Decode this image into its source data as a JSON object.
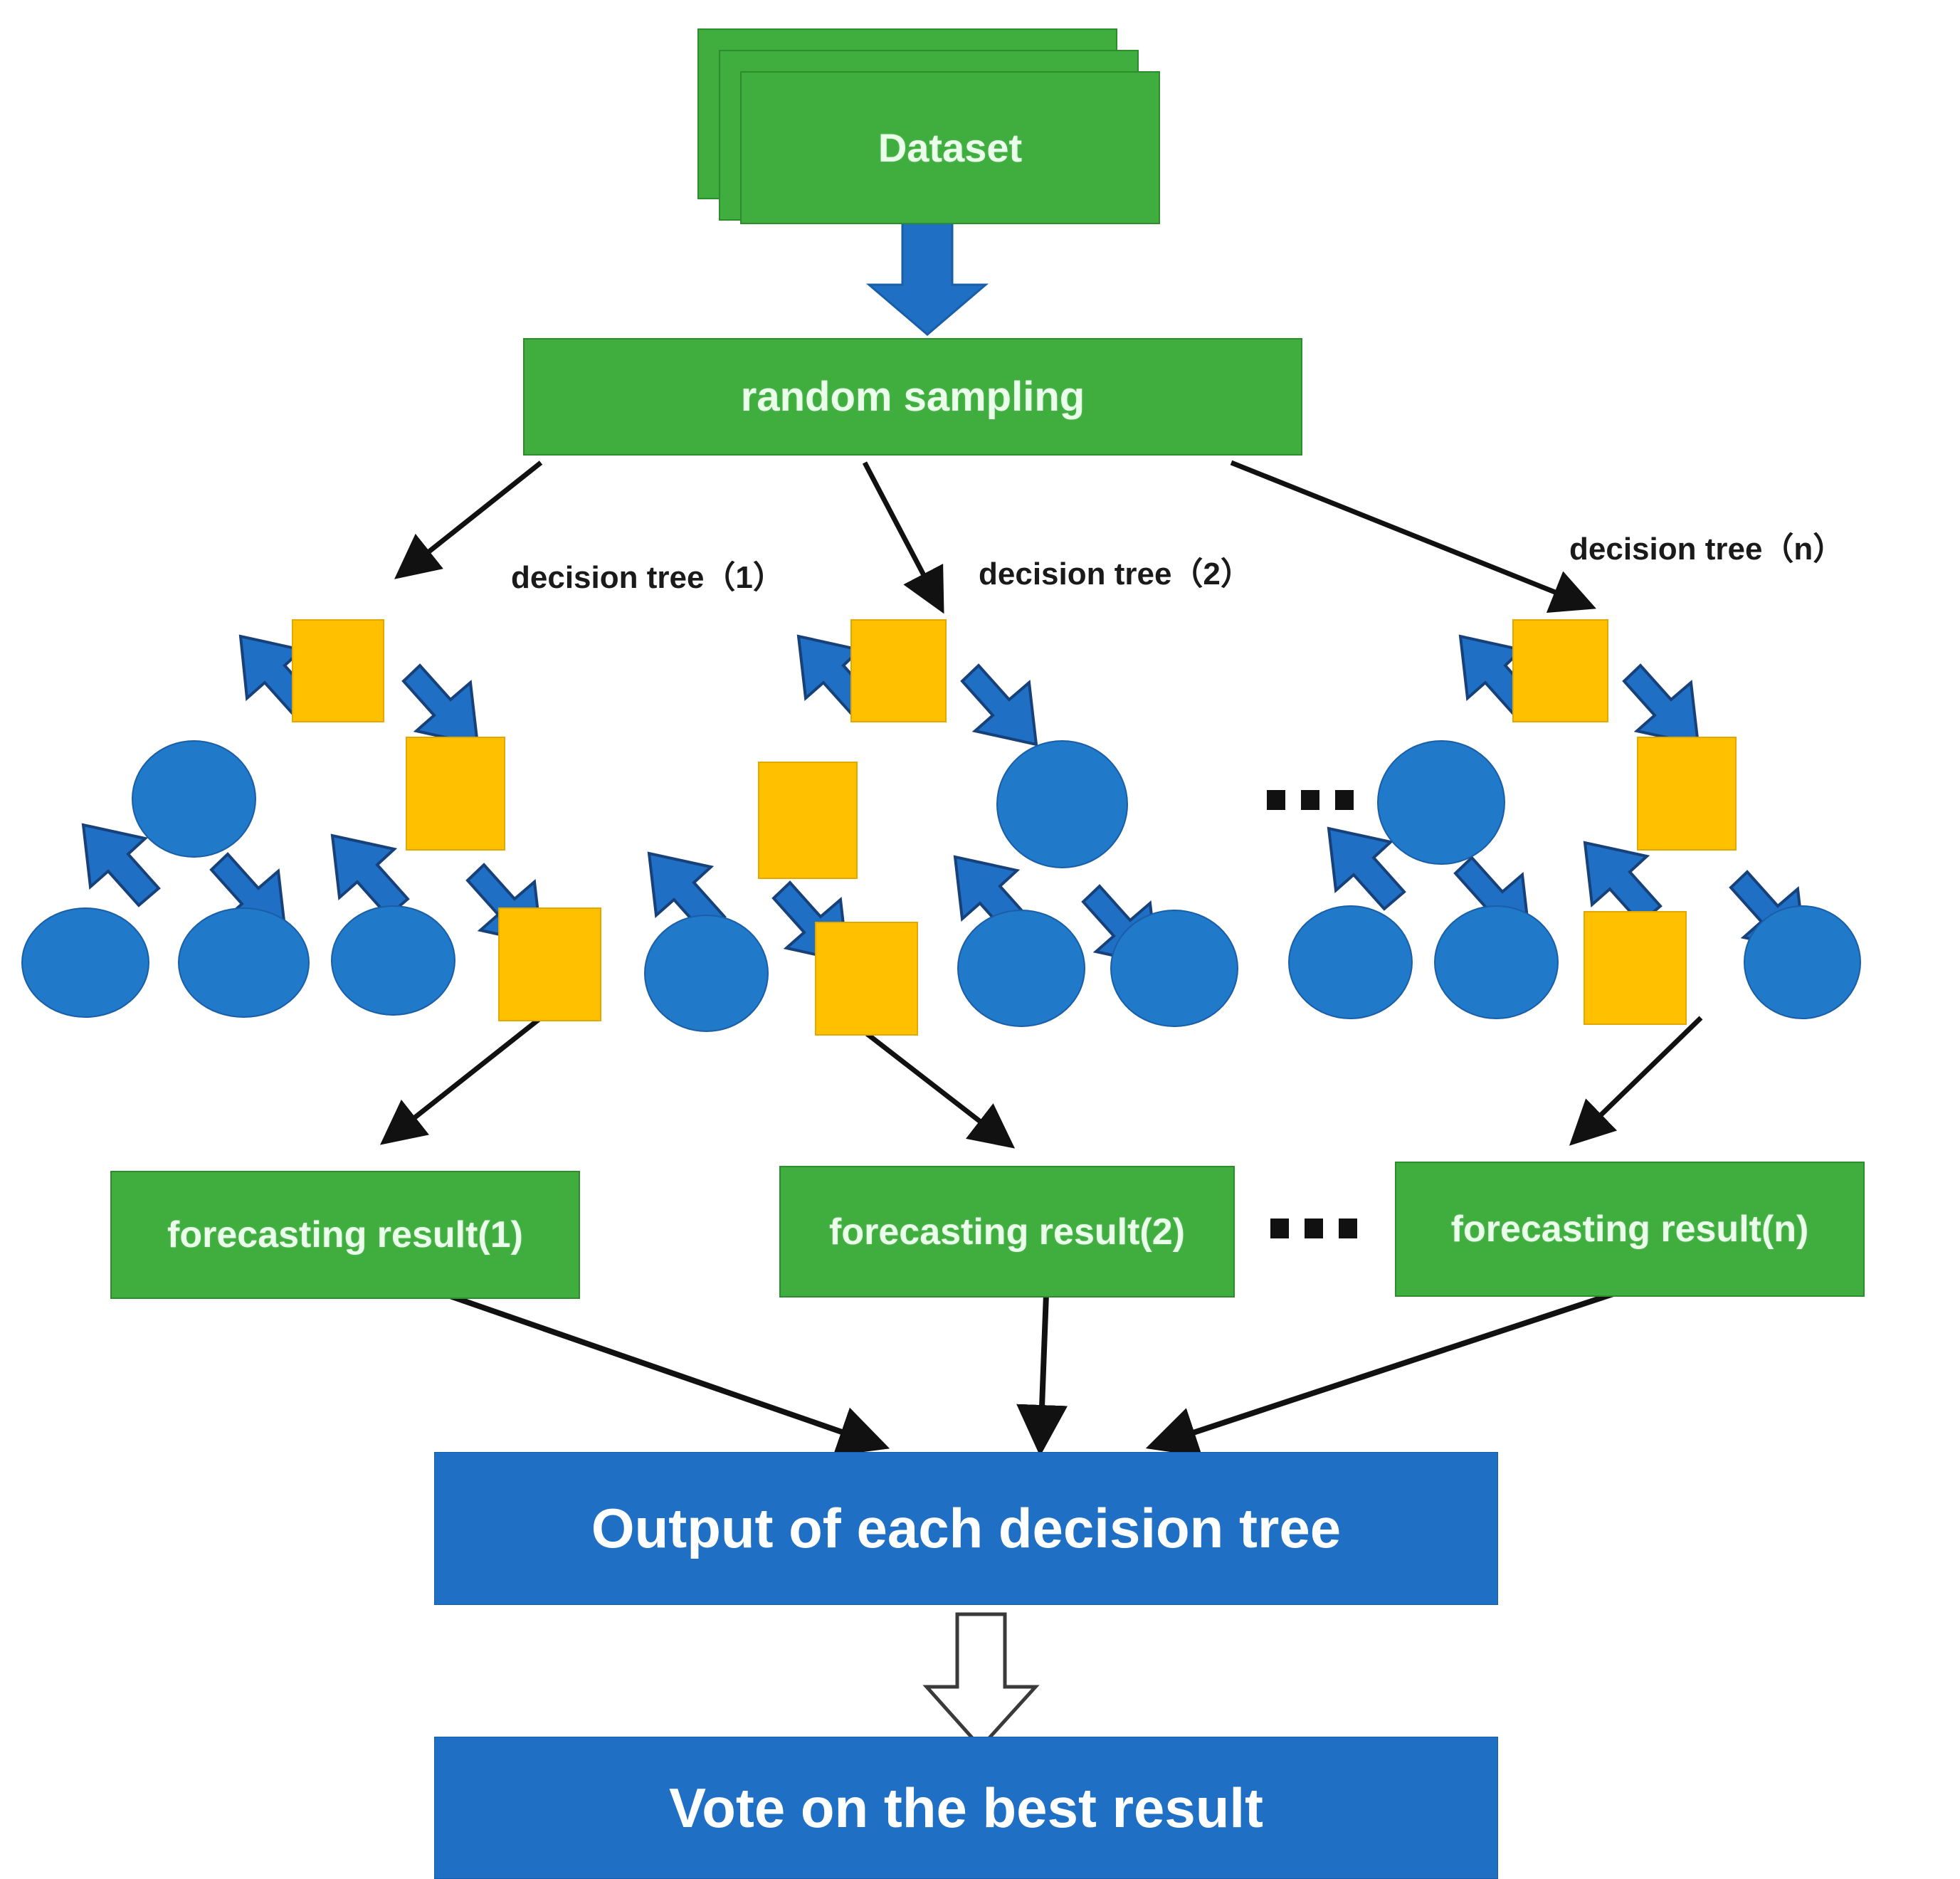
{
  "diagram": {
    "title_nodes": {
      "dataset": "Dataset",
      "random_sampling": "random sampling",
      "output_of_each": "Output of each decision tree",
      "vote_best": "Vote on the best result"
    },
    "tree_labels": [
      "decision tree（1）",
      "decision tree（2）",
      "decision tree（n）"
    ],
    "forecasting_results": [
      "forecasting result(1)",
      "forecasting result(2)",
      "forecasting result(n)"
    ],
    "ellipsis": "▪ ▪ ▪",
    "colors": {
      "green": "#3FAE3F",
      "green_border": "#2E8B2E",
      "blue_box": "#1F6FC4",
      "node_blue": "#2079C9",
      "node_yellow": "#FFC000",
      "arrow_blue": "#1F6FC4",
      "arrow_black": "#111111",
      "text_light": "#eaffea",
      "text_white": "#ffffff"
    },
    "trees": [
      {
        "name": "decision-tree-1",
        "nodes": [
          {
            "kind": "square",
            "role": "root"
          },
          {
            "kind": "ellipse",
            "role": "left-child"
          },
          {
            "kind": "square",
            "role": "right-child"
          },
          {
            "kind": "ellipse",
            "role": "leaf-1"
          },
          {
            "kind": "ellipse",
            "role": "leaf-2"
          },
          {
            "kind": "ellipse",
            "role": "leaf-3"
          },
          {
            "kind": "square",
            "role": "leaf-4"
          }
        ]
      },
      {
        "name": "decision-tree-2",
        "nodes": [
          {
            "kind": "square",
            "role": "root"
          },
          {
            "kind": "square",
            "role": "left-child"
          },
          {
            "kind": "ellipse",
            "role": "right-child"
          },
          {
            "kind": "ellipse",
            "role": "leaf-1"
          },
          {
            "kind": "square",
            "role": "leaf-2"
          },
          {
            "kind": "ellipse",
            "role": "leaf-3"
          },
          {
            "kind": "ellipse",
            "role": "leaf-4"
          }
        ]
      },
      {
        "name": "decision-tree-n",
        "nodes": [
          {
            "kind": "square",
            "role": "root"
          },
          {
            "kind": "ellipse",
            "role": "left-child"
          },
          {
            "kind": "square",
            "role": "right-child"
          },
          {
            "kind": "ellipse",
            "role": "leaf-1"
          },
          {
            "kind": "ellipse",
            "role": "leaf-2"
          },
          {
            "kind": "square",
            "role": "leaf-3"
          },
          {
            "kind": "ellipse",
            "role": "leaf-4"
          }
        ]
      }
    ]
  }
}
